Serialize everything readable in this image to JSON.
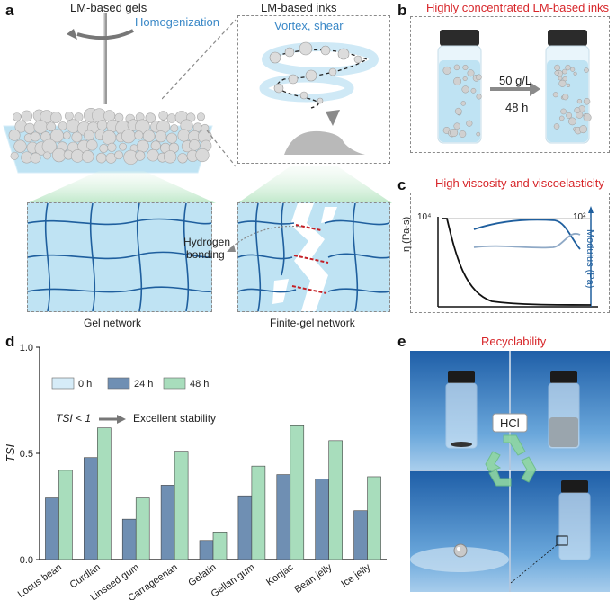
{
  "panel_a": {
    "letter": "a",
    "title_gels": "LM-based gels",
    "title_inks": "LM-based inks",
    "homogenization": "Homogenization",
    "vortex_shear": "Vortex, shear",
    "hydrogen_bonding_line1": "Hydrogen",
    "hydrogen_bonding_line2": "bonding",
    "gel_network": "Gel network",
    "finite_gel_network": "Finite-gel network"
  },
  "panel_b": {
    "letter": "b",
    "title": "Highly concentrated LM-based inks",
    "concentration": "50 g/L",
    "time": "48 h"
  },
  "panel_c": {
    "letter": "c",
    "title": "High viscosity and viscoelasticity",
    "y_left_label": "η (Pa·s)",
    "y_left_tick": "10⁴",
    "y_right_label": "Modulus (Pa)",
    "y_right_tick": "10²"
  },
  "panel_d": {
    "letter": "d",
    "ylabel": "TSI",
    "stability_note_lhs": "TSI < 1",
    "stability_note_rhs": "Excellent stability"
  },
  "panel_e": {
    "letter": "e",
    "title": "Recyclability",
    "reagent": "HCl"
  },
  "chart_data": {
    "type": "bar",
    "title": "",
    "xlabel": "",
    "ylabel": "TSI",
    "ylim": [
      0,
      1.0
    ],
    "yticks": [
      "0.0",
      "0.5",
      "1.0"
    ],
    "categories": [
      "Locus bean",
      "Curdlan",
      "Linseed gum",
      "Carrageenan",
      "Gelatin",
      "Gellan gum",
      "Konjac",
      "Bean jelly",
      "Ice jelly"
    ],
    "series": [
      {
        "name": "0 h",
        "color": "#d6ecf8",
        "values": [
          0,
          0,
          0,
          0,
          0,
          0,
          0,
          0,
          0
        ]
      },
      {
        "name": "24 h",
        "color": "#6f8fb3",
        "values": [
          0.29,
          0.48,
          0.19,
          0.35,
          0.09,
          0.3,
          0.4,
          0.38,
          0.23
        ]
      },
      {
        "name": "48 h",
        "color": "#a8ddbc",
        "values": [
          0.42,
          0.62,
          0.29,
          0.51,
          0.13,
          0.44,
          0.63,
          0.56,
          0.39
        ]
      }
    ],
    "legend_position": "top-left"
  },
  "colors": {
    "accent_red": "#d7262a",
    "accent_blue": "#3a88c7",
    "gel_fill": "#bfe3f3",
    "network_line": "#1f5f9e"
  }
}
